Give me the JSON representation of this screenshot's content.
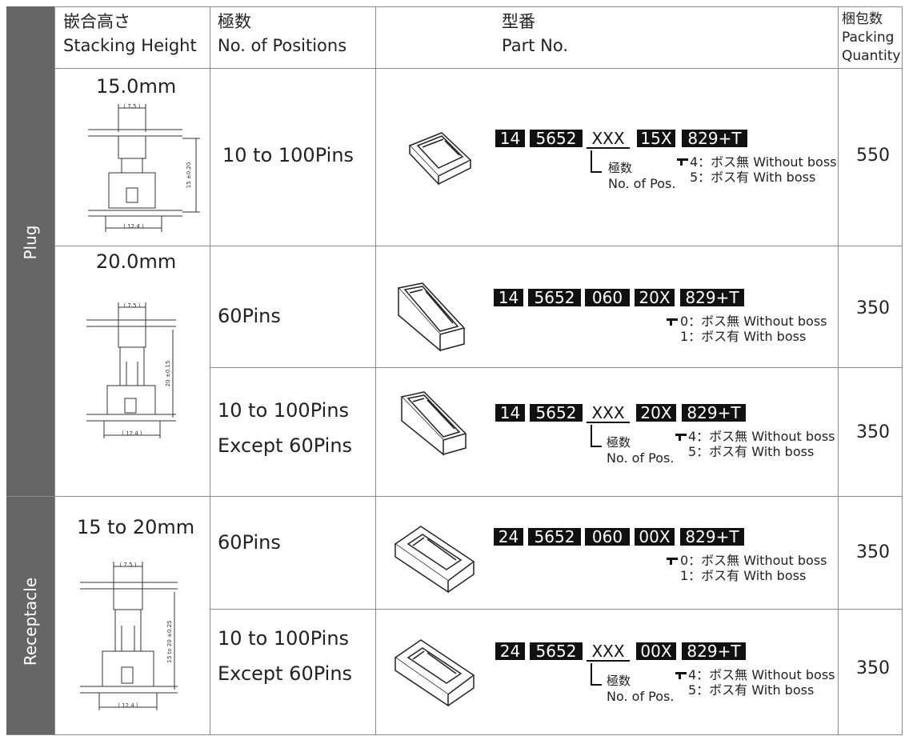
{
  "header": {
    "height_jp": "嵌合高さ",
    "height_en": "Stacking Height",
    "positions_jp": "極数",
    "positions_en": "No. of Positions",
    "partno_jp": "型番",
    "partno_en": "Part No.",
    "packing_jp": "梱包数",
    "packing_en1": "Packing",
    "packing_en2": "Quantity"
  },
  "sections": {
    "plug": "Plug",
    "receptacle": "Receptacle"
  },
  "heights": {
    "h15": "15.0mm",
    "h20": "20.0mm",
    "h15to20": "15 to 20mm"
  },
  "dims": {
    "d75": "( 7.5 )",
    "d124": "( 12.4 )",
    "d15": "15 ±0.20",
    "d20": "20 ±0.15",
    "d1520": "15 to 20 ±0.25"
  },
  "rows": [
    {
      "positions": [
        "10 to 100Pins"
      ],
      "parts": [
        "14",
        "5652",
        "XXX",
        "15X",
        "829+T"
      ],
      "pos_note_jp": "極数",
      "pos_note_en": "No. of Pos.",
      "boss1": "4：ボス無 Without boss",
      "boss2": "5：ボス有 With boss",
      "qty": "550"
    },
    {
      "positions": [
        "60Pins"
      ],
      "parts": [
        "14",
        "5652",
        "060",
        "20X",
        "829+T"
      ],
      "boss1": "0：ボス無 Without boss",
      "boss2": "1：ボス有 With boss",
      "qty": "350"
    },
    {
      "positions": [
        "10 to 100Pins",
        "Except 60Pins"
      ],
      "parts": [
        "14",
        "5652",
        "XXX",
        "20X",
        "829+T"
      ],
      "pos_note_jp": "極数",
      "pos_note_en": "No. of Pos.",
      "boss1": "4：ボス無 Without boss",
      "boss2": "5：ボス有 With boss",
      "qty": "350"
    },
    {
      "positions": [
        "60Pins"
      ],
      "parts": [
        "24",
        "5652",
        "060",
        "00X",
        "829+T"
      ],
      "boss1": "0：ボス無 Without boss",
      "boss2": "1：ボス有 With boss",
      "qty": "350"
    },
    {
      "positions": [
        "10 to 100Pins",
        "Except 60Pins"
      ],
      "parts": [
        "24",
        "5652",
        "XXX",
        "00X",
        "829+T"
      ],
      "pos_note_jp": "極数",
      "pos_note_en": "No. of Pos.",
      "boss1": "4：ボス無 Without boss",
      "boss2": "5：ボス有 With boss",
      "qty": "350"
    }
  ]
}
